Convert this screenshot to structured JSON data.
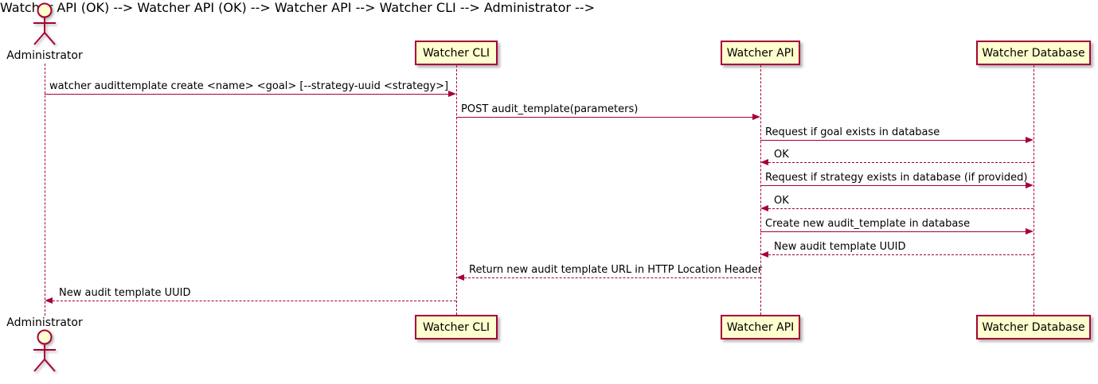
{
  "diagram": {
    "type": "sequence-diagram",
    "accent_color": "#A80036",
    "participant_fill": "#FEFECE",
    "actor": "Administrator",
    "participants": [
      "Watcher CLI",
      "Watcher API",
      "Watcher Database"
    ],
    "messages": [
      {
        "from": "Administrator",
        "to": "Watcher CLI",
        "label": "watcher audittemplate create <name> <goal> [--strategy-uuid <strategy>]",
        "line": "solid"
      },
      {
        "from": "Watcher CLI",
        "to": "Watcher API",
        "label": "POST audit_template(parameters)",
        "line": "solid"
      },
      {
        "from": "Watcher API",
        "to": "Watcher Database",
        "label": "Request if goal exists in database",
        "line": "solid"
      },
      {
        "from": "Watcher Database",
        "to": "Watcher API",
        "label": "OK",
        "line": "dashed"
      },
      {
        "from": "Watcher API",
        "to": "Watcher Database",
        "label": "Request if strategy exists in database (if provided)",
        "line": "solid"
      },
      {
        "from": "Watcher Database",
        "to": "Watcher API",
        "label": "OK",
        "line": "dashed"
      },
      {
        "from": "Watcher API",
        "to": "Watcher Database",
        "label": "Create new audit_template in database",
        "line": "solid"
      },
      {
        "from": "Watcher Database",
        "to": "Watcher API",
        "label": "New audit template UUID",
        "line": "dashed"
      },
      {
        "from": "Watcher API",
        "to": "Watcher CLI",
        "label": "Return new audit template URL in HTTP Location Header",
        "line": "dashed"
      },
      {
        "from": "Watcher CLI",
        "to": "Administrator",
        "label": "New audit template UUID",
        "line": "dashed"
      }
    ]
  }
}
